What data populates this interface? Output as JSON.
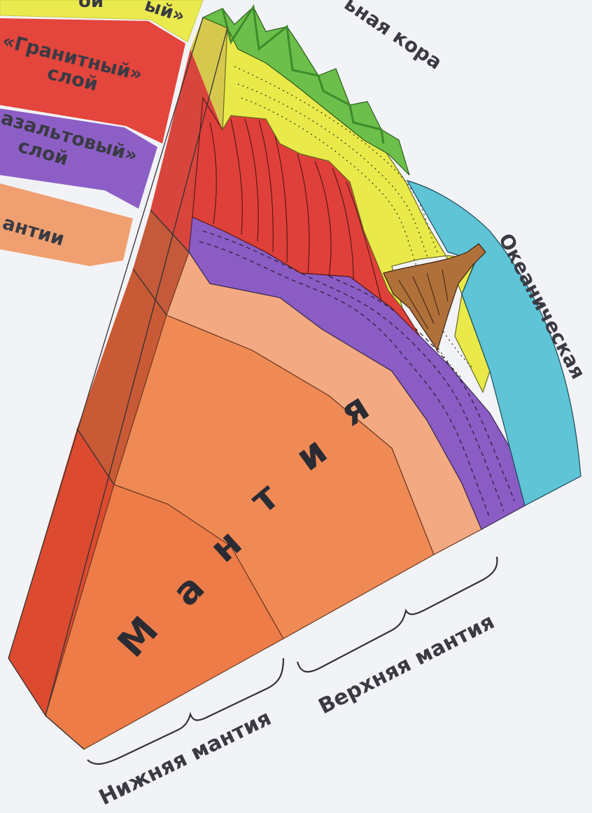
{
  "legend": {
    "top_fragment": "ый»",
    "top_fragment_left": "ой",
    "granite_line1": "«Гранитный»",
    "granite_line2": "слой",
    "basalt_line1": "азальтовый»",
    "basalt_line2": "слой",
    "mantle_fragment": "антии"
  },
  "labels": {
    "continental_crust": "ьная кора",
    "oceanic_crust": "Океаническая",
    "mantle": [
      "М",
      "а",
      "н",
      "т",
      "и",
      "я"
    ],
    "lower_mantle": "Нижняя мантия",
    "upper_mantle": "Верхняя мантия"
  },
  "colors": {
    "background": "#f2f3f6",
    "yellow": "#e9e94a",
    "granite_red": "#e0403a",
    "basalt_purple": "#8a5cc4",
    "upper_mantle": "#f0a47c",
    "lower_mantle": "#ee7f48",
    "ocean_blue": "#5ec4d6",
    "mountain_green": "#6cbf4a",
    "sediment_brown": "#b0703a"
  }
}
